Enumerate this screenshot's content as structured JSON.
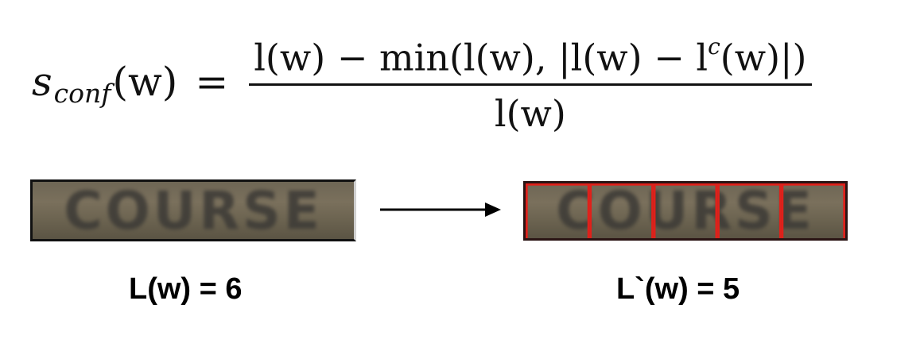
{
  "formula": {
    "lhs_base": "s",
    "lhs_sub": "conf",
    "lhs_arg": "(w)",
    "equals": "=",
    "numerator_pre": "l(w) − min(l(w), |l(w) − l",
    "numerator_sup": "c",
    "numerator_post": "(w)|)",
    "denominator": "l(w)"
  },
  "left_word_image": {
    "text": "COURSE"
  },
  "right_word_image": {
    "text": "COURSE",
    "segment_count": 5,
    "segment_color": "#e0201a"
  },
  "labels": {
    "left": "L(w) = 6",
    "right": "L`(w) = 5"
  },
  "colors": {
    "image_background": "#746b57",
    "border": "#111111",
    "segment": "#e0201a"
  }
}
